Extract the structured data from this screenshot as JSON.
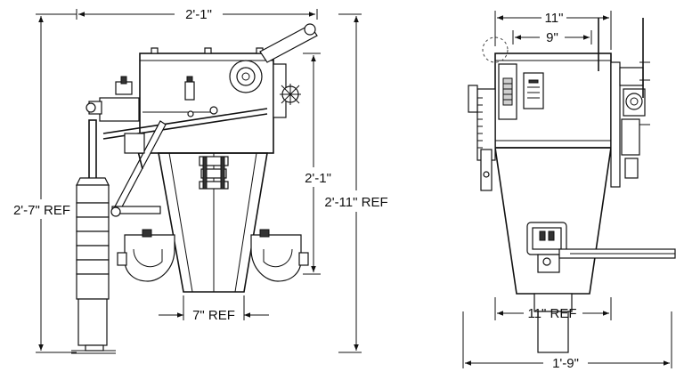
{
  "dimensions": {
    "front_width": "2'-1\"",
    "front_height_left": "2'-7\" REF",
    "front_body_height": "2'-1\"",
    "front_overall_height": "2'-11\" REF",
    "front_outlet": "7\" REF",
    "side_top_outer": "11\"",
    "side_top_inner": "9\"",
    "side_bottom_inner": "11\" REF",
    "side_overall_width": "1'-9\""
  },
  "side_gauge_label": "..."
}
